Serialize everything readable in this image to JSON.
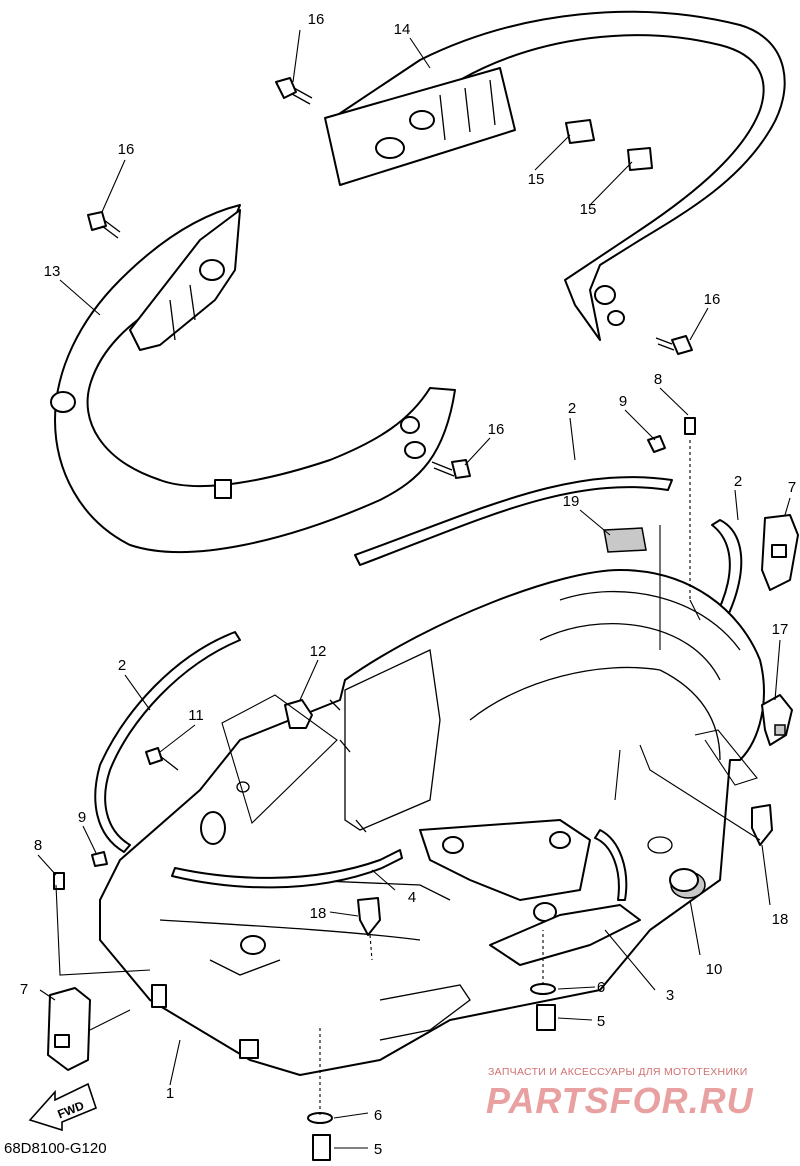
{
  "diagram": {
    "code": "68D8100-G120",
    "fwd_label": "FWD",
    "callouts": [
      "1",
      "2",
      "2",
      "2",
      "3",
      "4",
      "5",
      "5",
      "6",
      "6",
      "7",
      "7",
      "8",
      "8",
      "9",
      "9",
      "10",
      "11",
      "12",
      "13",
      "14",
      "15",
      "15",
      "16",
      "16",
      "16",
      "16",
      "17",
      "18",
      "18",
      "19"
    ]
  },
  "watermark": {
    "caption": "ЗАПЧАСТИ И АКСЕССУАРЫ ДЛЯ МОТОТЕХНИКИ",
    "logo_text": "PARTSFOR.RU"
  }
}
